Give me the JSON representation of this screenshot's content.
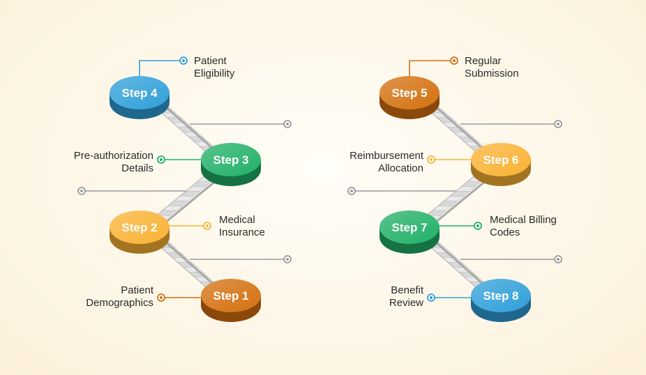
{
  "colors": {
    "orange": "#d4700f",
    "green": "#21b067",
    "yellow": "#f9b233",
    "blue": "#2f9fd8",
    "line_gray": "#9a9a9a"
  },
  "left_column": {
    "steps": [
      {
        "key": "step4",
        "label": "Step 4",
        "color": "blue",
        "desc": [
          "Patient",
          "Eligibility"
        ]
      },
      {
        "key": "step3",
        "label": "Step 3",
        "color": "green",
        "desc": [
          "Pre-authorization",
          "Details"
        ]
      },
      {
        "key": "step2",
        "label": "Step 2",
        "color": "yellow",
        "desc": [
          "Medical",
          "Insurance"
        ]
      },
      {
        "key": "step1",
        "label": "Step 1",
        "color": "orange",
        "desc": [
          "Patient",
          "Demographics"
        ]
      }
    ]
  },
  "right_column": {
    "steps": [
      {
        "key": "step5",
        "label": "Step 5",
        "color": "orange",
        "desc": [
          "Regular",
          "Submission"
        ]
      },
      {
        "key": "step6",
        "label": "Step 6",
        "color": "yellow",
        "desc": [
          "Reimbursement",
          "Allocation"
        ]
      },
      {
        "key": "step7",
        "label": "Step 7",
        "color": "green",
        "desc": [
          "Medical Billing",
          "Codes"
        ]
      },
      {
        "key": "step8",
        "label": "Step 8",
        "color": "blue",
        "desc": [
          "Benefit",
          "Review"
        ]
      }
    ]
  }
}
